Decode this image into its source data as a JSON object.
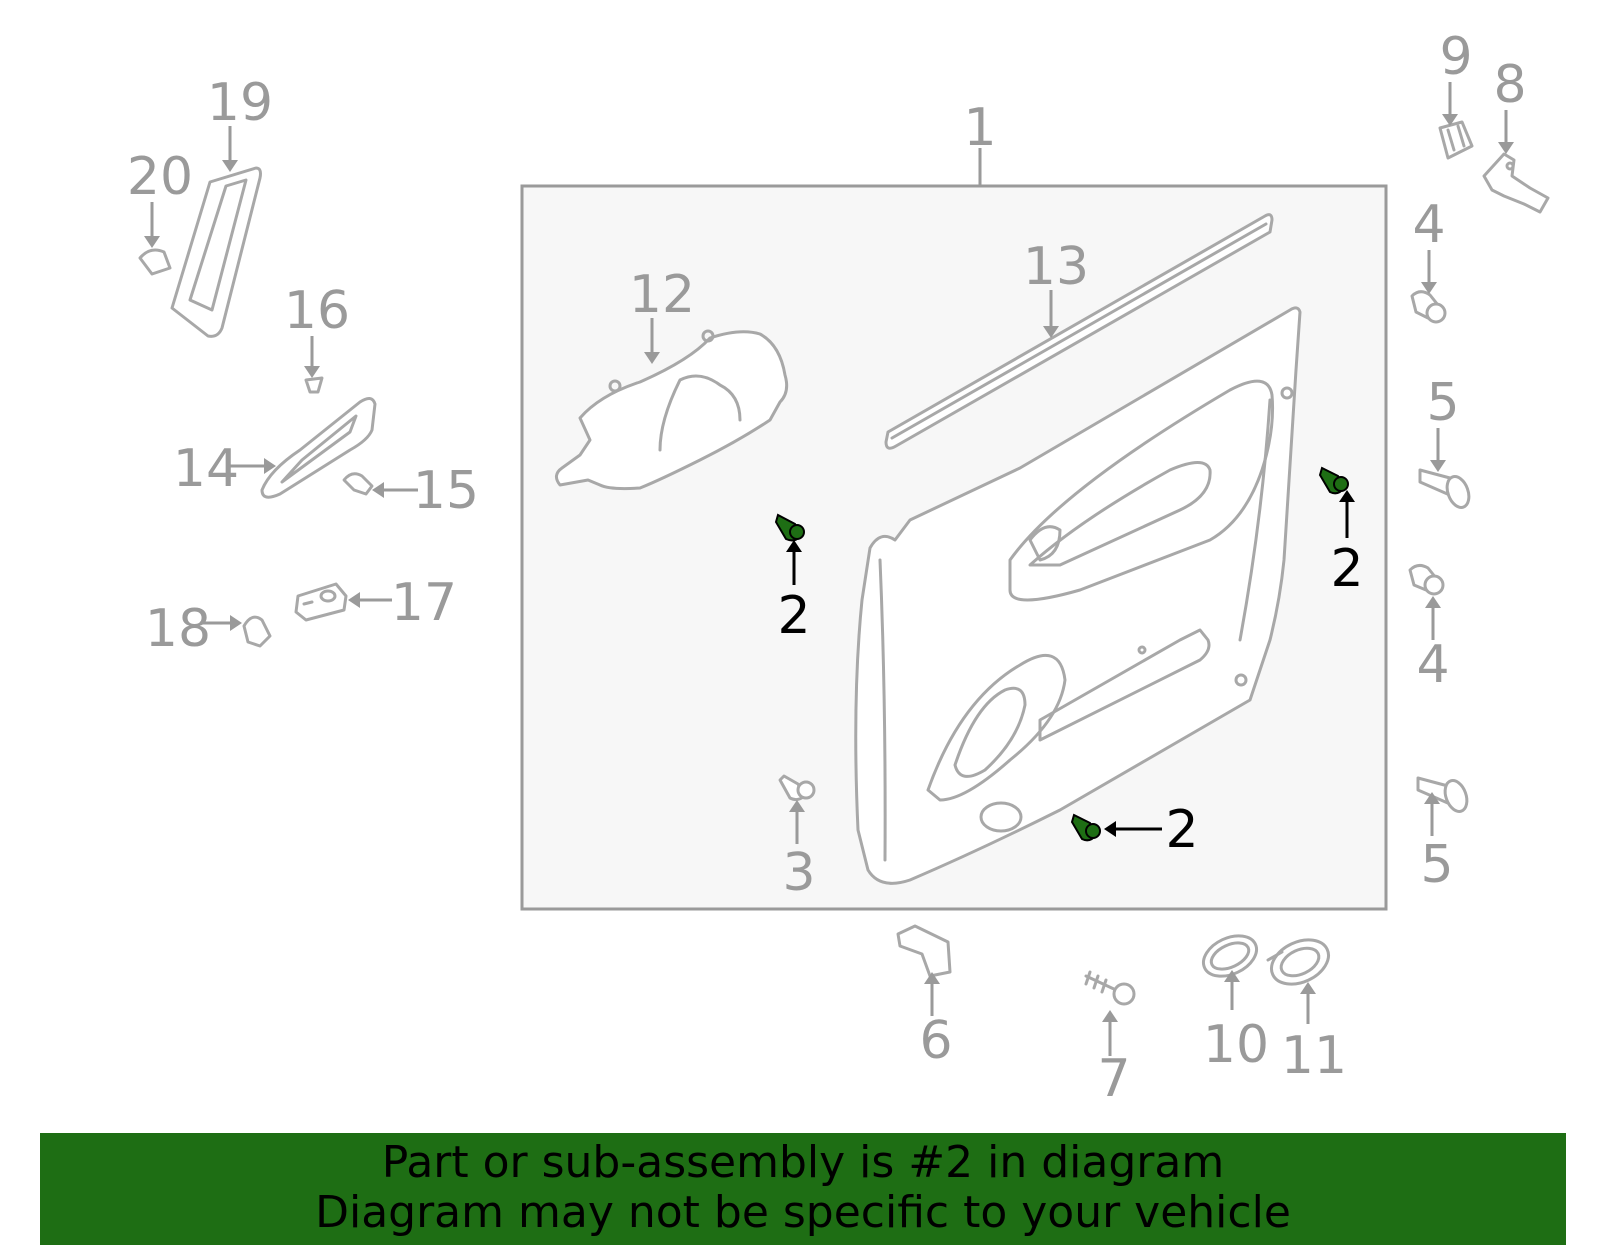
{
  "callouts": {
    "c1": "1",
    "c2a": "2",
    "c2b": "2",
    "c2c": "2",
    "c3": "3",
    "c4a": "4",
    "c4b": "4",
    "c5a": "5",
    "c5b": "5",
    "c6": "6",
    "c7": "7",
    "c8": "8",
    "c9": "9",
    "c10": "10",
    "c11": "11",
    "c12": "12",
    "c13": "13",
    "c14": "14",
    "c15": "15",
    "c16": "16",
    "c17": "17",
    "c18": "18",
    "c19": "19",
    "c20": "20"
  },
  "highlight_color": "#1e6e14",
  "banner": {
    "line1": "Part or sub-assembly is #2 in diagram",
    "line2": "Diagram may not be specific to your vehicle"
  }
}
